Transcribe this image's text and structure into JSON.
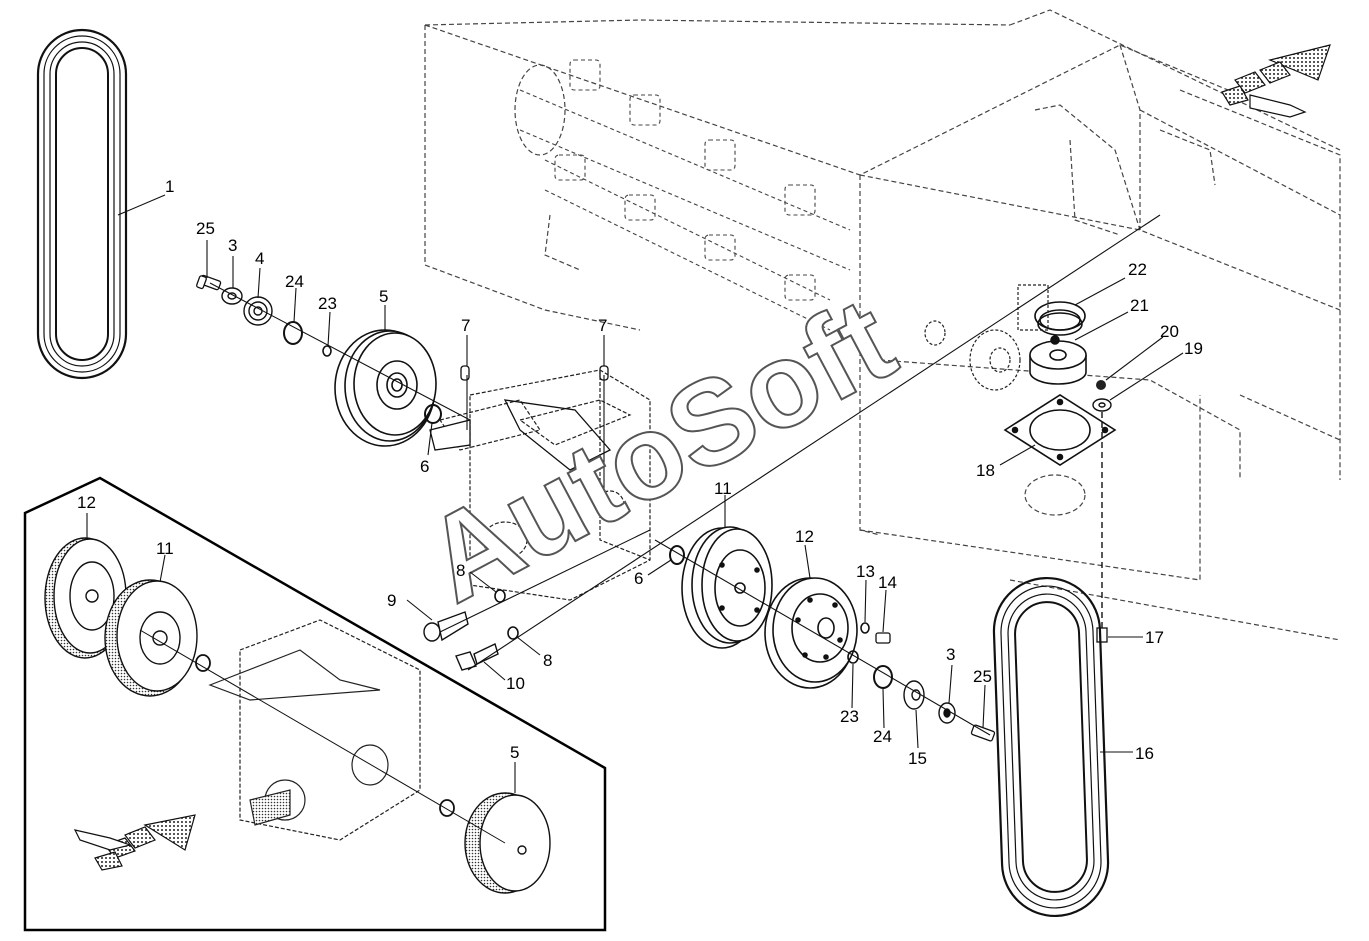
{
  "watermark": "AutoSoft",
  "callouts": [
    {
      "id": "c1",
      "label": "1"
    },
    {
      "id": "c25a",
      "label": "25"
    },
    {
      "id": "c3a",
      "label": "3"
    },
    {
      "id": "c4",
      "label": "4"
    },
    {
      "id": "c24a",
      "label": "24"
    },
    {
      "id": "c23a",
      "label": "23"
    },
    {
      "id": "c5a",
      "label": "5"
    },
    {
      "id": "c7a",
      "label": "7"
    },
    {
      "id": "c7b",
      "label": "7"
    },
    {
      "id": "c6a",
      "label": "6"
    },
    {
      "id": "c12a",
      "label": "12"
    },
    {
      "id": "c11a",
      "label": "11"
    },
    {
      "id": "c8a",
      "label": "8"
    },
    {
      "id": "c9",
      "label": "9"
    },
    {
      "id": "c10",
      "label": "10"
    },
    {
      "id": "c8b",
      "label": "8"
    },
    {
      "id": "c6b",
      "label": "6"
    },
    {
      "id": "c11b",
      "label": "11"
    },
    {
      "id": "c12b",
      "label": "12"
    },
    {
      "id": "c13",
      "label": "13"
    },
    {
      "id": "c14",
      "label": "14"
    },
    {
      "id": "c3b",
      "label": "3"
    },
    {
      "id": "c25b",
      "label": "25"
    },
    {
      "id": "c23b",
      "label": "23"
    },
    {
      "id": "c24b",
      "label": "24"
    },
    {
      "id": "c15",
      "label": "15"
    },
    {
      "id": "c22",
      "label": "22"
    },
    {
      "id": "c21",
      "label": "21"
    },
    {
      "id": "c20",
      "label": "20"
    },
    {
      "id": "c19",
      "label": "19"
    },
    {
      "id": "c18",
      "label": "18"
    },
    {
      "id": "c17",
      "label": "17"
    },
    {
      "id": "c16",
      "label": "16"
    },
    {
      "id": "c5b",
      "label": "5"
    }
  ]
}
